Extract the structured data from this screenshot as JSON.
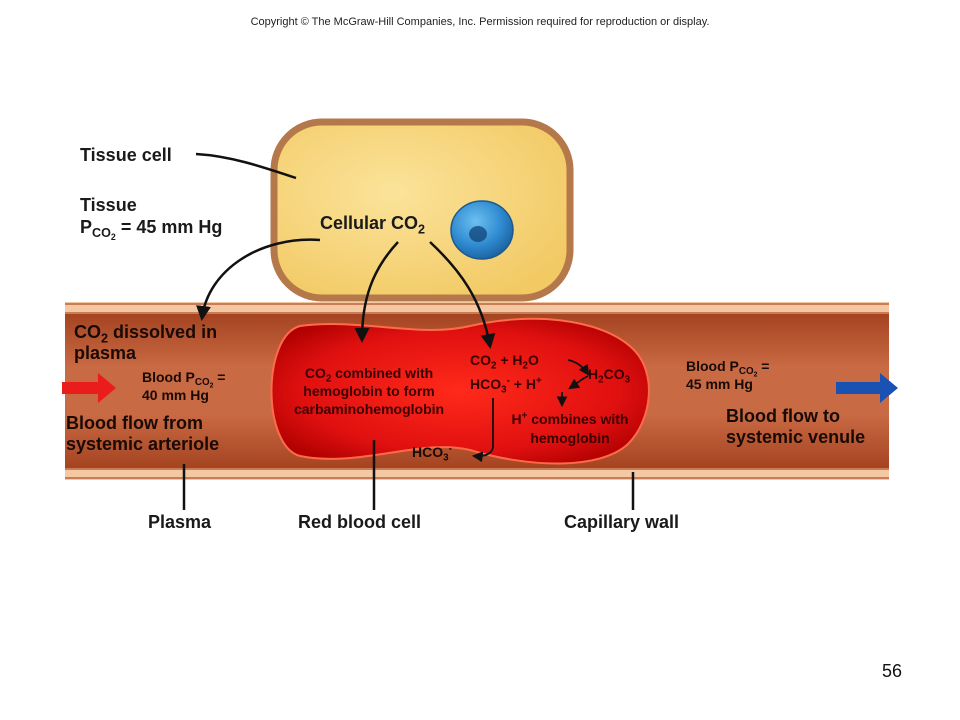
{
  "copyright": "Copyright © The McGraw-Hill Companies, Inc. Permission required for reproduction or display.",
  "labels": {
    "tissue_cell": "Tissue cell",
    "tissue": "Tissue",
    "tissue_p_prefix": "P",
    "co2_sub": "CO",
    "two": "2",
    "tissue_p_value": " = 45 mm Hg",
    "cellular_co2": "Cellular CO",
    "co2_dissolved_line1": "dissolved in",
    "co2_dissolved_line2": "plasma",
    "co2": "CO",
    "blood_p_prefix": "Blood P",
    "equals": " =",
    "arterial_value": "40 mm Hg",
    "venous_value": "45 mm Hg",
    "flow_from_line1": "Blood flow from",
    "flow_from_line2": "systemic arteriole",
    "flow_to_line1": "Blood flow to",
    "flow_to_line2": "systemic venule",
    "plasma": "Plasma",
    "red_blood_cell": "Red blood cell",
    "capillary_wall": "Capillary wall"
  },
  "rbc": {
    "carb_line1_suffix": " combined with",
    "carb_line2": "hemoglobin to form",
    "carb_line3": "carbaminohemoglobin",
    "plus": "+",
    "h2o_h": "H",
    "h2o_o": "O",
    "h2co3_h": "H",
    "h2co3_co": "CO",
    "three": "3",
    "hco3": "HCO",
    "minus": "-",
    "h": "H",
    "hplus_line1": "combines with",
    "hplus_line2": "hemoglobin"
  },
  "page_number": "56",
  "colors": {
    "vessel_dark": "#9c3a20",
    "vessel_wall": "#d98a60",
    "vessel_light": "#f1c49c",
    "rbc": "#e21212",
    "cell_fill": "#f6d477",
    "cell_border": "#b4784a",
    "nucleus": "#3b97d6",
    "arrow_in": "#ea1c1c",
    "arrow_out": "#1a52b4"
  }
}
